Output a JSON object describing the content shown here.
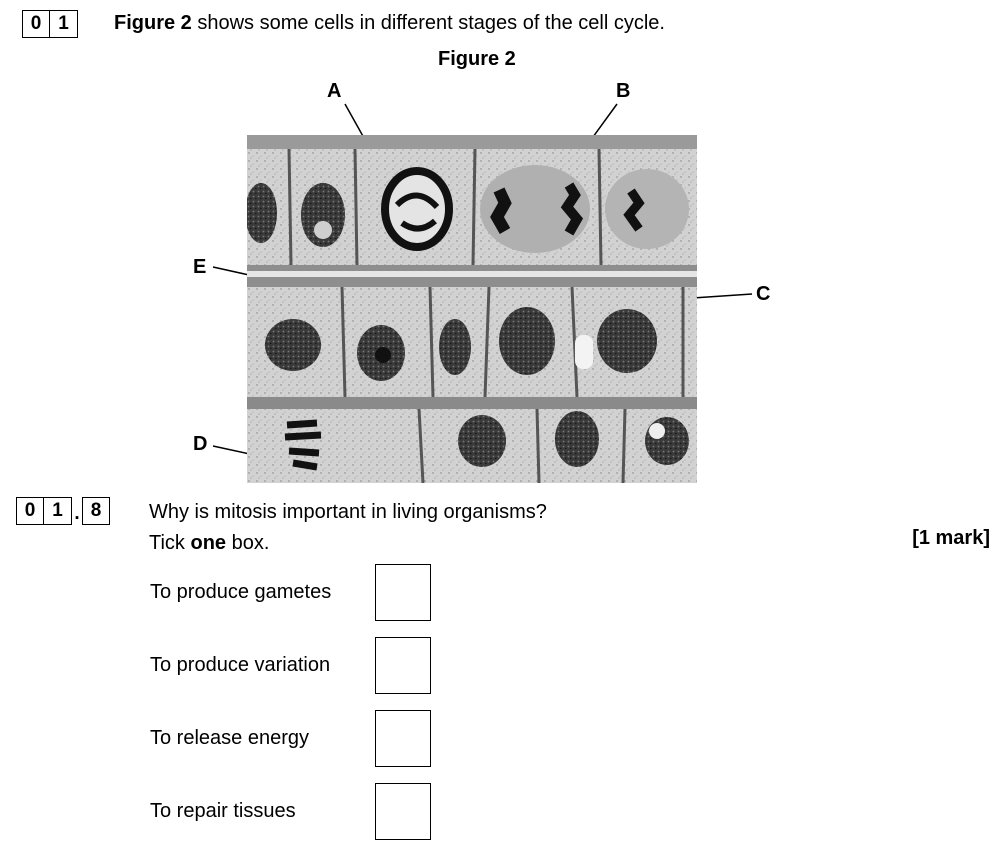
{
  "question": {
    "number_digits": [
      "0",
      "1"
    ],
    "intro_bold": "Figure 2",
    "intro_rest": " shows some cells in different stages of the cell cycle."
  },
  "figure": {
    "title": "Figure 2",
    "labels": {
      "A": "A",
      "B": "B",
      "C": "C",
      "D": "D",
      "E": "E"
    }
  },
  "subquestion": {
    "number_digits": [
      "0",
      "1",
      "8"
    ],
    "separator": ".",
    "text": "Why is mitosis important in living organisms?",
    "instruction_pre": "Tick ",
    "instruction_bold": "one",
    "instruction_post": " box.",
    "marks": "[1 mark]",
    "options": [
      "To produce gametes",
      "To produce variation",
      "To release energy",
      "To repair tissues"
    ]
  }
}
